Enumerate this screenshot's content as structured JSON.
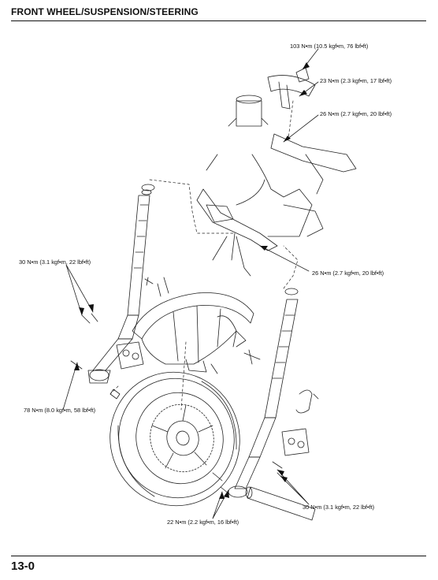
{
  "header": {
    "title": "FRONT WHEEL/SUSPENSION/STEERING"
  },
  "footer": {
    "page_number": "13-0"
  },
  "torque_labels": {
    "stem_nut": "103 N•m (10.5 kgf•m, 76 lbf•ft)",
    "top_bridge_pinch": "23 N•m (2.3 kgf•m, 17 lbf•ft)",
    "handlebar_pinch": "26 N•m (2.7 kgf•m, 20 lbf•ft)",
    "handlebar_lower": "26 N•m (2.7 kgf•m, 20 lbf•ft)",
    "fork_pinch_left": "30 N•m (3.1 kgf•m, 22 lbf•ft)",
    "axle": "78 N•m (8.0 kgf•m, 58 lbf•ft)",
    "fork_pinch_right": "30 N•m (3.1 kgf•m, 22 lbf•ft)",
    "axle_pinch": "22 N•m (2.2 kgf•m, 16 lbf•ft)"
  }
}
